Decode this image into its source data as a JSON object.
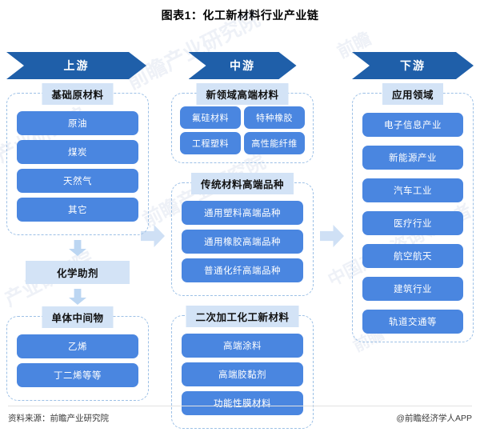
{
  "title": "图表1：化工新材料行业产业链",
  "colors": {
    "chevron": "#1f5fa9",
    "pill": "#4a86e0",
    "group_header": "#d3e3f6",
    "dashed_border": "#9cc0e6",
    "arrow": "#cfe0f5"
  },
  "columns": {
    "upstream": {
      "header": "上游",
      "groups": [
        {
          "title": "基础原材料",
          "layout": "list",
          "items": [
            "原油",
            "煤炭",
            "天然气",
            "其它"
          ]
        },
        {
          "title": "单体中间物",
          "layout": "list",
          "items": [
            "乙烯",
            "丁二烯等等"
          ]
        }
      ],
      "bar": "化学助剂"
    },
    "midstream": {
      "header": "中游",
      "groups": [
        {
          "title": "新领域高端材料",
          "layout": "grid2",
          "items": [
            "氟硅材料",
            "特种橡胶",
            "工程塑料",
            "高性能纤维"
          ]
        },
        {
          "title": "传统材料高端品种",
          "layout": "list",
          "items": [
            "通用塑料高端品种",
            "通用橡胶高端品种",
            "普通化纤高端品种"
          ]
        },
        {
          "title": "二次加工化工新材料",
          "layout": "list",
          "items": [
            "高端涂料",
            "高端胶黏剂",
            "功能性膜材料"
          ]
        }
      ]
    },
    "downstream": {
      "header": "下游",
      "groups": [
        {
          "title": "应用领域",
          "layout": "list",
          "items": [
            "电子信息产业",
            "新能源产业",
            "汽车工业",
            "医疗行业",
            "航空航天",
            "建筑行业",
            "轨道交通等"
          ]
        }
      ]
    }
  },
  "footer": {
    "source": "资料来源：前瞻产业研究院",
    "credit": "@前瞻经济学人APP"
  },
  "watermarks": [
    "前瞻产业研究院",
    "中国产业咨询领导者",
    "前瞻",
    "产业研究院"
  ]
}
